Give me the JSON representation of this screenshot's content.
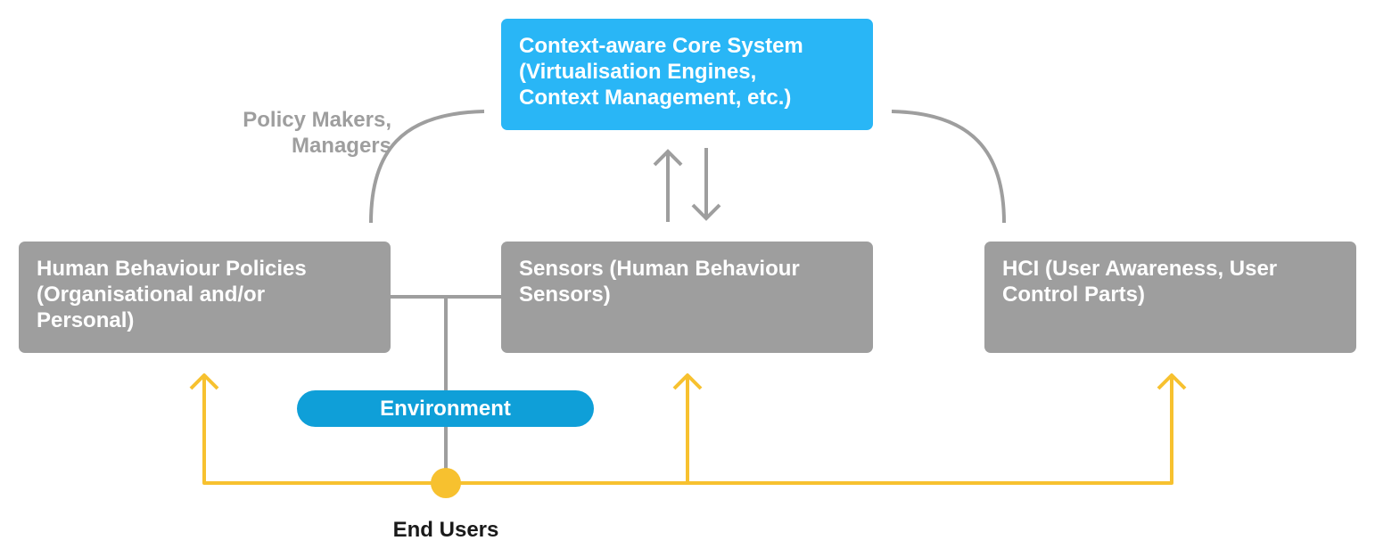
{
  "core_system": {
    "lines": [
      "Context-aware Core System",
      "(Virtualisation Engines,",
      "Context Management, etc.)"
    ]
  },
  "policy_makers": {
    "lines": [
      "Policy Makers,",
      "Managers"
    ]
  },
  "human_behaviour_policies": {
    "lines": [
      "Human Behaviour Policies",
      "(Organisational and/or",
      "Personal)"
    ]
  },
  "sensors": {
    "lines": [
      "Sensors (Human Behaviour",
      "Sensors)"
    ]
  },
  "hci": {
    "lines": [
      "HCI (User Awareness, User",
      "Control Parts)"
    ]
  },
  "environment": {
    "label": "Environment"
  },
  "end_users": {
    "label": "End Users"
  },
  "colors": {
    "core_box": "#29b6f6",
    "gray_box": "#9e9e9e",
    "connector": "#9e9e9e",
    "environment_pill": "#0f9fd8",
    "end_users_flow": "#f7c12f"
  }
}
